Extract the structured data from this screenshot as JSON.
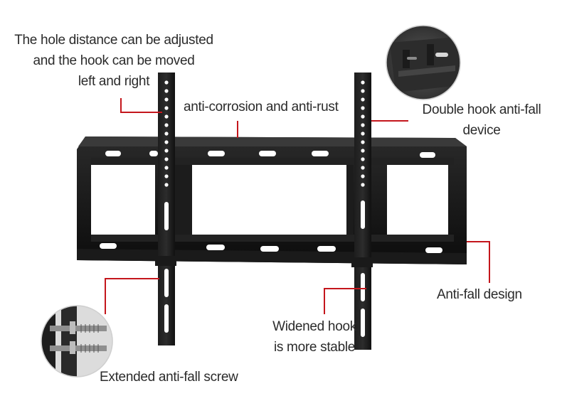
{
  "callouts": {
    "hole_distance": [
      "The hole distance can be adjusted",
      "and the hook can be moved",
      "left and right"
    ],
    "corrosion": "anti-corrosion and anti-rust",
    "double_hook": [
      "Double hook anti-fall",
      "device"
    ],
    "anti_fall_design": "Anti-fall design",
    "widened_hook": [
      "Widened hook",
      "is more stable"
    ],
    "extended_screw": "Extended anti-fall screw"
  },
  "colors": {
    "callout_line": "#c4161c",
    "bracket": "#141414"
  }
}
